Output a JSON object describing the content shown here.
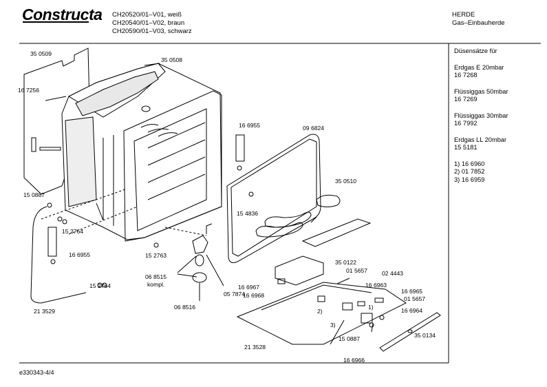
{
  "header": {
    "brand": "Constructa",
    "models": [
      "CH20520/01–V01, weiß",
      "CH20540/01–V02, braun",
      "CH20590/01–V03, schwarz"
    ],
    "category": "HERDE",
    "subcategory": "Gas–Einbauherde"
  },
  "sidebar": {
    "title": "Düsensätze für",
    "sets": [
      {
        "name": "Erdgas E 20mbar",
        "part": "16 7268"
      },
      {
        "name": "Flüssiggas 50mbar",
        "part": "16 7269"
      },
      {
        "name": "Flüssiggas 30mbar",
        "part": "16 7992"
      },
      {
        "name": "Erdgas LL 20mbar",
        "part": "15 5181"
      }
    ],
    "notes": [
      "1) 16 6960",
      "2) 01 7852",
      "3) 16 6959"
    ]
  },
  "parts": [
    {
      "id": "p1",
      "text": "35 0509"
    },
    {
      "id": "p2",
      "text": "35 0508"
    },
    {
      "id": "p3",
      "text": "16 7256"
    },
    {
      "id": "p4",
      "text": "16 6955"
    },
    {
      "id": "p5",
      "text": "09 6824"
    },
    {
      "id": "p6",
      "text": "35 0510"
    },
    {
      "id": "p7",
      "text": "15 0887"
    },
    {
      "id": "p8",
      "text": "15 4836"
    },
    {
      "id": "p9",
      "text": "15 2764"
    },
    {
      "id": "p10",
      "text": "16 6955"
    },
    {
      "id": "p11",
      "text": "15 2763"
    },
    {
      "id": "p12",
      "text": "06 8515"
    },
    {
      "id": "p13",
      "text": "kompl."
    },
    {
      "id": "p14",
      "text": "35 0122"
    },
    {
      "id": "p15",
      "text": "01 5657"
    },
    {
      "id": "p16",
      "text": "02 4443"
    },
    {
      "id": "p17",
      "text": "16 6967"
    },
    {
      "id": "p18",
      "text": "16 6963"
    },
    {
      "id": "p19",
      "text": "16 6968"
    },
    {
      "id": "p20",
      "text": "16 6965"
    },
    {
      "id": "p21",
      "text": "01 5657"
    },
    {
      "id": "p22",
      "text": "15 2764"
    },
    {
      "id": "p23",
      "text": "06 8516"
    },
    {
      "id": "p24",
      "text": "05 7874"
    },
    {
      "id": "p25",
      "text": "2)"
    },
    {
      "id": "p26",
      "text": "1)"
    },
    {
      "id": "p27",
      "text": "16 6964"
    },
    {
      "id": "p28",
      "text": "3)"
    },
    {
      "id": "p29",
      "text": "21 3529"
    },
    {
      "id": "p30",
      "text": "15 0887"
    },
    {
      "id": "p31",
      "text": "35 0134"
    },
    {
      "id": "p32",
      "text": "21 3528"
    },
    {
      "id": "p33",
      "text": "16 6966"
    }
  ],
  "footer": {
    "code": "e330343-4/4"
  }
}
